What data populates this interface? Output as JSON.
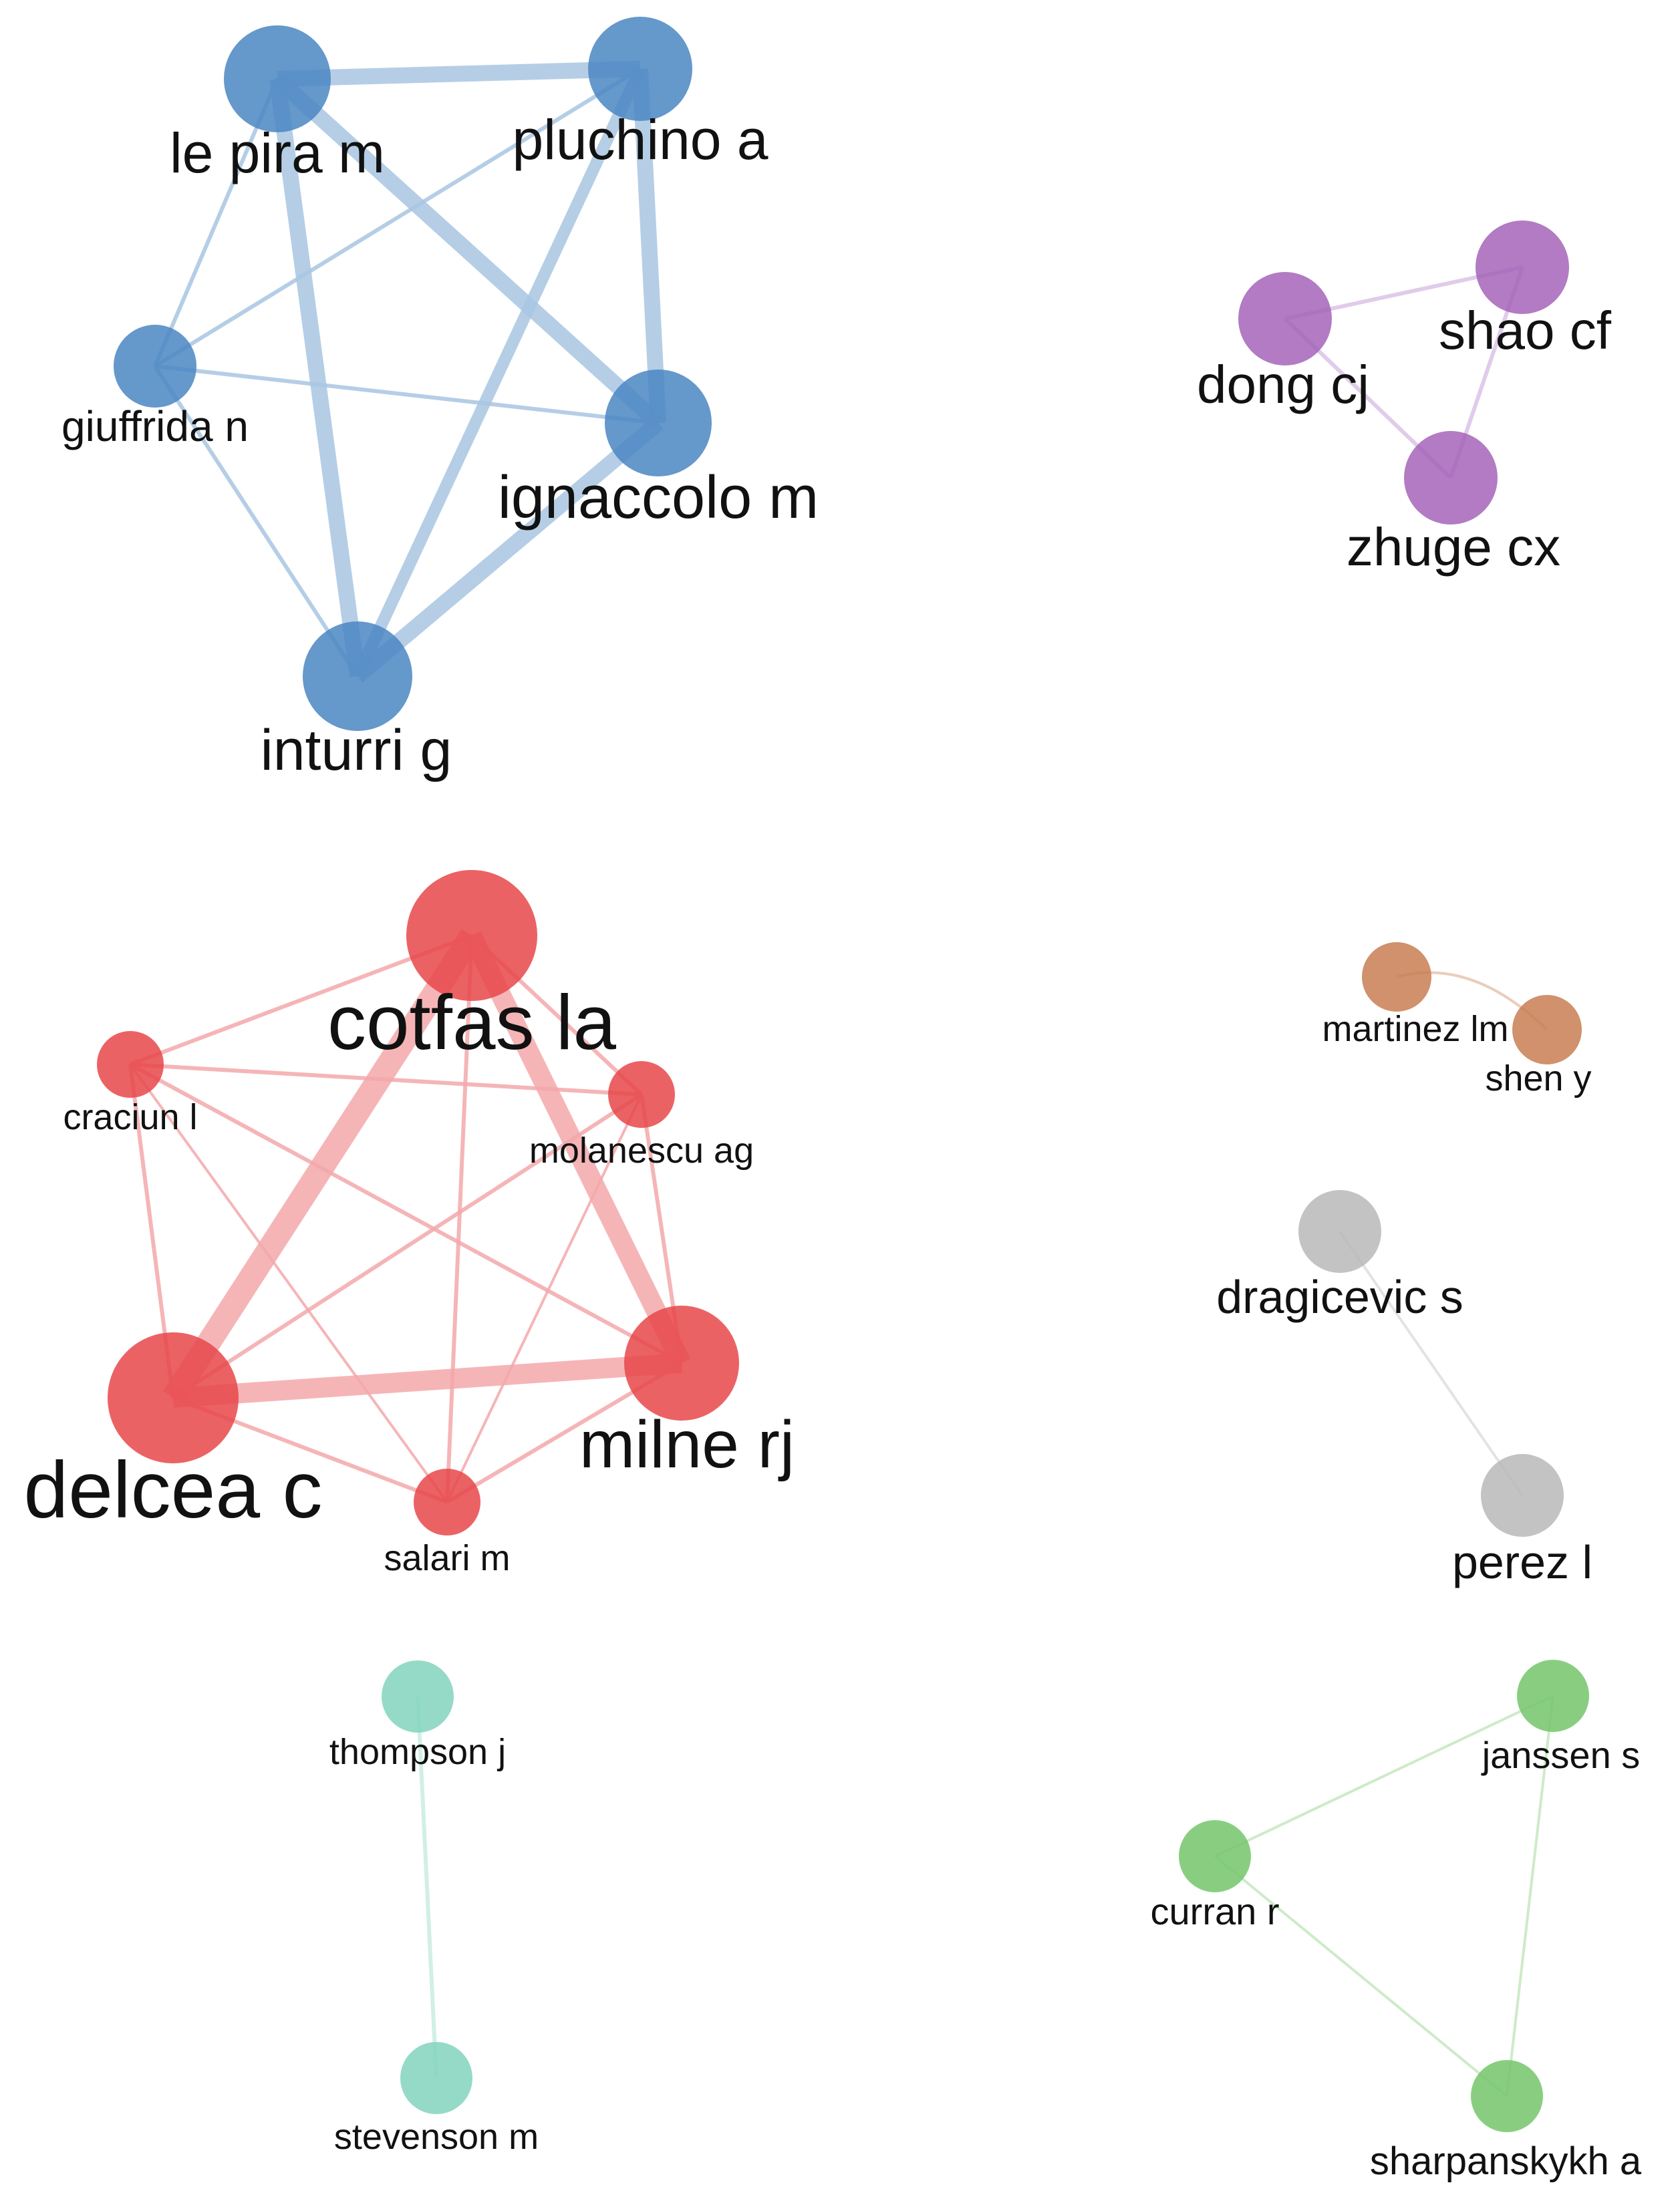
{
  "clusters": [
    {
      "id": "blue",
      "color": "#4a86c2",
      "edge_color": "#a8c6e2",
      "nodes": [
        {
          "id": "le-pira-m",
          "label": "le pira m",
          "weight": 4
        },
        {
          "id": "pluchino-a",
          "label": "pluchino a",
          "weight": 4
        },
        {
          "id": "giuffrida-n",
          "label": "giuffrida n",
          "weight": 2
        },
        {
          "id": "ignaccolo-m",
          "label": "ignaccolo m",
          "weight": 4
        },
        {
          "id": "inturri-g",
          "label": "inturri g",
          "weight": 4
        }
      ],
      "edges": [
        {
          "source": "le-pira-m",
          "target": "pluchino-a",
          "weight": 4
        },
        {
          "source": "le-pira-m",
          "target": "giuffrida-n",
          "weight": 1
        },
        {
          "source": "le-pira-m",
          "target": "ignaccolo-m",
          "weight": 4
        },
        {
          "source": "le-pira-m",
          "target": "inturri-g",
          "weight": 4
        },
        {
          "source": "pluchino-a",
          "target": "giuffrida-n",
          "weight": 1
        },
        {
          "source": "pluchino-a",
          "target": "ignaccolo-m",
          "weight": 4
        },
        {
          "source": "pluchino-a",
          "target": "inturri-g",
          "weight": 3
        },
        {
          "source": "giuffrida-n",
          "target": "ignaccolo-m",
          "weight": 1
        },
        {
          "source": "giuffrida-n",
          "target": "inturri-g",
          "weight": 1
        },
        {
          "source": "ignaccolo-m",
          "target": "inturri-g",
          "weight": 4
        }
      ]
    },
    {
      "id": "purple",
      "color": "#a464b8",
      "edge_color": "#dcc2e6",
      "nodes": [
        {
          "id": "shao-cf",
          "label": "shao cf",
          "weight": 2
        },
        {
          "id": "dong-cj",
          "label": "dong cj",
          "weight": 2
        },
        {
          "id": "zhuge-cx",
          "label": "zhuge cx",
          "weight": 2
        }
      ],
      "edges": [
        {
          "source": "dong-cj",
          "target": "shao-cf",
          "weight": 1
        },
        {
          "source": "dong-cj",
          "target": "zhuge-cx",
          "weight": 1
        },
        {
          "source": "shao-cf",
          "target": "zhuge-cx",
          "weight": 1
        }
      ]
    },
    {
      "id": "red",
      "color": "#e8474a",
      "edge_color": "#f3a8aa",
      "nodes": [
        {
          "id": "cotfas-la",
          "label": "cotfas la",
          "weight": 6
        },
        {
          "id": "craciun-l",
          "label": "craciun l",
          "weight": 1
        },
        {
          "id": "molanescu-ag",
          "label": "molanescu ag",
          "weight": 1
        },
        {
          "id": "milne-rj",
          "label": "milne rj",
          "weight": 5
        },
        {
          "id": "delcea-c",
          "label": "delcea c",
          "weight": 6
        },
        {
          "id": "salari-m",
          "label": "salari m",
          "weight": 1
        }
      ],
      "edges": [
        {
          "source": "cotfas-la",
          "target": "craciun-l",
          "weight": 1
        },
        {
          "source": "cotfas-la",
          "target": "molanescu-ag",
          "weight": 1
        },
        {
          "source": "cotfas-la",
          "target": "milne-rj",
          "weight": 5
        },
        {
          "source": "cotfas-la",
          "target": "delcea-c",
          "weight": 6
        },
        {
          "source": "cotfas-la",
          "target": "salari-m",
          "weight": 1
        },
        {
          "source": "craciun-l",
          "target": "molanescu-ag",
          "weight": 1
        },
        {
          "source": "craciun-l",
          "target": "milne-rj",
          "weight": 1
        },
        {
          "source": "craciun-l",
          "target": "delcea-c",
          "weight": 1
        },
        {
          "source": "craciun-l",
          "target": "salari-m",
          "weight": 0.5
        },
        {
          "source": "molanescu-ag",
          "target": "milne-rj",
          "weight": 1
        },
        {
          "source": "molanescu-ag",
          "target": "delcea-c",
          "weight": 1
        },
        {
          "source": "molanescu-ag",
          "target": "salari-m",
          "weight": 0.5
        },
        {
          "source": "milne-rj",
          "target": "delcea-c",
          "weight": 5
        },
        {
          "source": "milne-rj",
          "target": "salari-m",
          "weight": 1
        },
        {
          "source": "delcea-c",
          "target": "salari-m",
          "weight": 1
        }
      ]
    },
    {
      "id": "brown",
      "color": "#c87e52",
      "edge_color": "#e6c4ae",
      "nodes": [
        {
          "id": "martinez-lm",
          "label": "martinez lm",
          "weight": 1
        },
        {
          "id": "shen-y",
          "label": "shen y",
          "weight": 1
        }
      ],
      "edges": [
        {
          "source": "martinez-lm",
          "target": "shen-y",
          "weight": 0.5,
          "curved": true
        }
      ]
    },
    {
      "id": "grey",
      "color": "#b8b8b8",
      "edge_color": "#dedede",
      "nodes": [
        {
          "id": "dragicevic-s",
          "label": "dragicevic s",
          "weight": 1
        },
        {
          "id": "perez-l",
          "label": "perez l",
          "weight": 1
        }
      ],
      "edges": [
        {
          "source": "dragicevic-s",
          "target": "perez-l",
          "weight": 0.5
        }
      ]
    },
    {
      "id": "teal",
      "color": "#82d4bd",
      "edge_color": "#c9ece2",
      "nodes": [
        {
          "id": "thompson-j",
          "label": "thompson j",
          "weight": 1
        },
        {
          "id": "stevenson-m",
          "label": "stevenson m",
          "weight": 1
        }
      ],
      "edges": [
        {
          "source": "thompson-j",
          "target": "stevenson-m",
          "weight": 1
        }
      ]
    },
    {
      "id": "green",
      "color": "#74c66a",
      "edge_color": "#c6e8c0",
      "nodes": [
        {
          "id": "janssen-s",
          "label": "janssen s",
          "weight": 1
        },
        {
          "id": "curran-r",
          "label": "curran r",
          "weight": 1
        },
        {
          "id": "sharpanskykh-a",
          "label": "sharpanskykh a",
          "weight": 1
        }
      ],
      "edges": [
        {
          "source": "janssen-s",
          "target": "curran-r",
          "weight": 0.5
        },
        {
          "source": "janssen-s",
          "target": "sharpanskykh-a",
          "weight": 0.5
        },
        {
          "source": "curran-r",
          "target": "sharpanskykh-a",
          "weight": 0.5
        }
      ]
    }
  ]
}
